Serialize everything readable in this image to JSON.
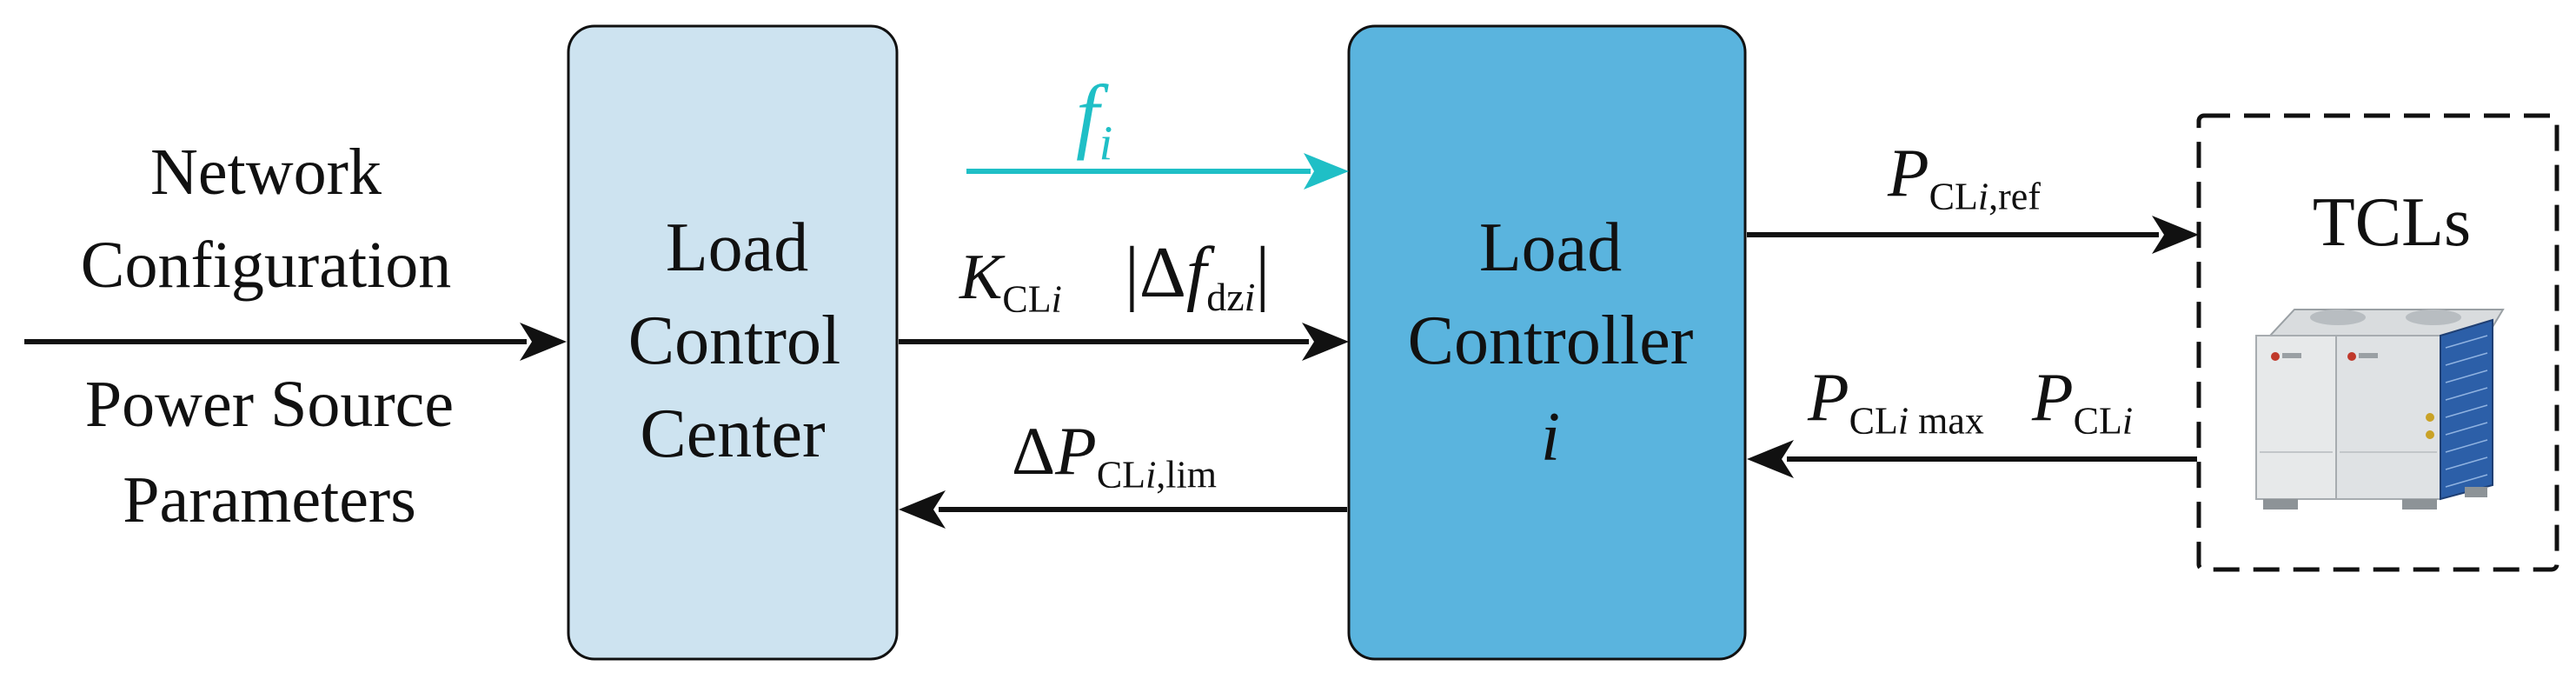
{
  "inputs": {
    "line1": "Network",
    "line2": "Configuration",
    "line3": "Power Source",
    "line4": "Parameters"
  },
  "center_block": {
    "line1": "Load",
    "line2": "Control",
    "line3": "Center"
  },
  "controller_block": {
    "line1": "Load",
    "line2": "Controller",
    "line3": "i"
  },
  "tcl_block": {
    "label": "TCLs"
  },
  "signals": {
    "freq_main": "f",
    "freq_sub": "i",
    "k_main": "K",
    "k_sub1": "CL",
    "k_sub2": "i",
    "df_open": "|",
    "df_delta": "Δ",
    "df_main": "f",
    "df_sub1": "dz",
    "df_sub2": "i",
    "df_close": "|",
    "dp_delta": "Δ",
    "dp_main": "P",
    "dp_sub1": "CL",
    "dp_sub2": "i",
    "dp_sub3": ",lim",
    "pref_main": "P",
    "pref_sub1": "CL",
    "pref_sub2": "i",
    "pref_sub3": ",ref",
    "pmax_main": "P",
    "pmax_sub1": "CL",
    "pmax_sub2": "i",
    "pmax_sub3": " max",
    "pcl_main": "P",
    "pcl_sub1": "CL",
    "pcl_sub2": "i"
  },
  "colors": {
    "center_fill": "#cde3f0",
    "controller_fill": "#5ab4de",
    "freq_arrow": "#1fbfc6",
    "stroke": "#111111"
  },
  "icons": {
    "tcl_image": "air-conditioner-unit-icon"
  }
}
